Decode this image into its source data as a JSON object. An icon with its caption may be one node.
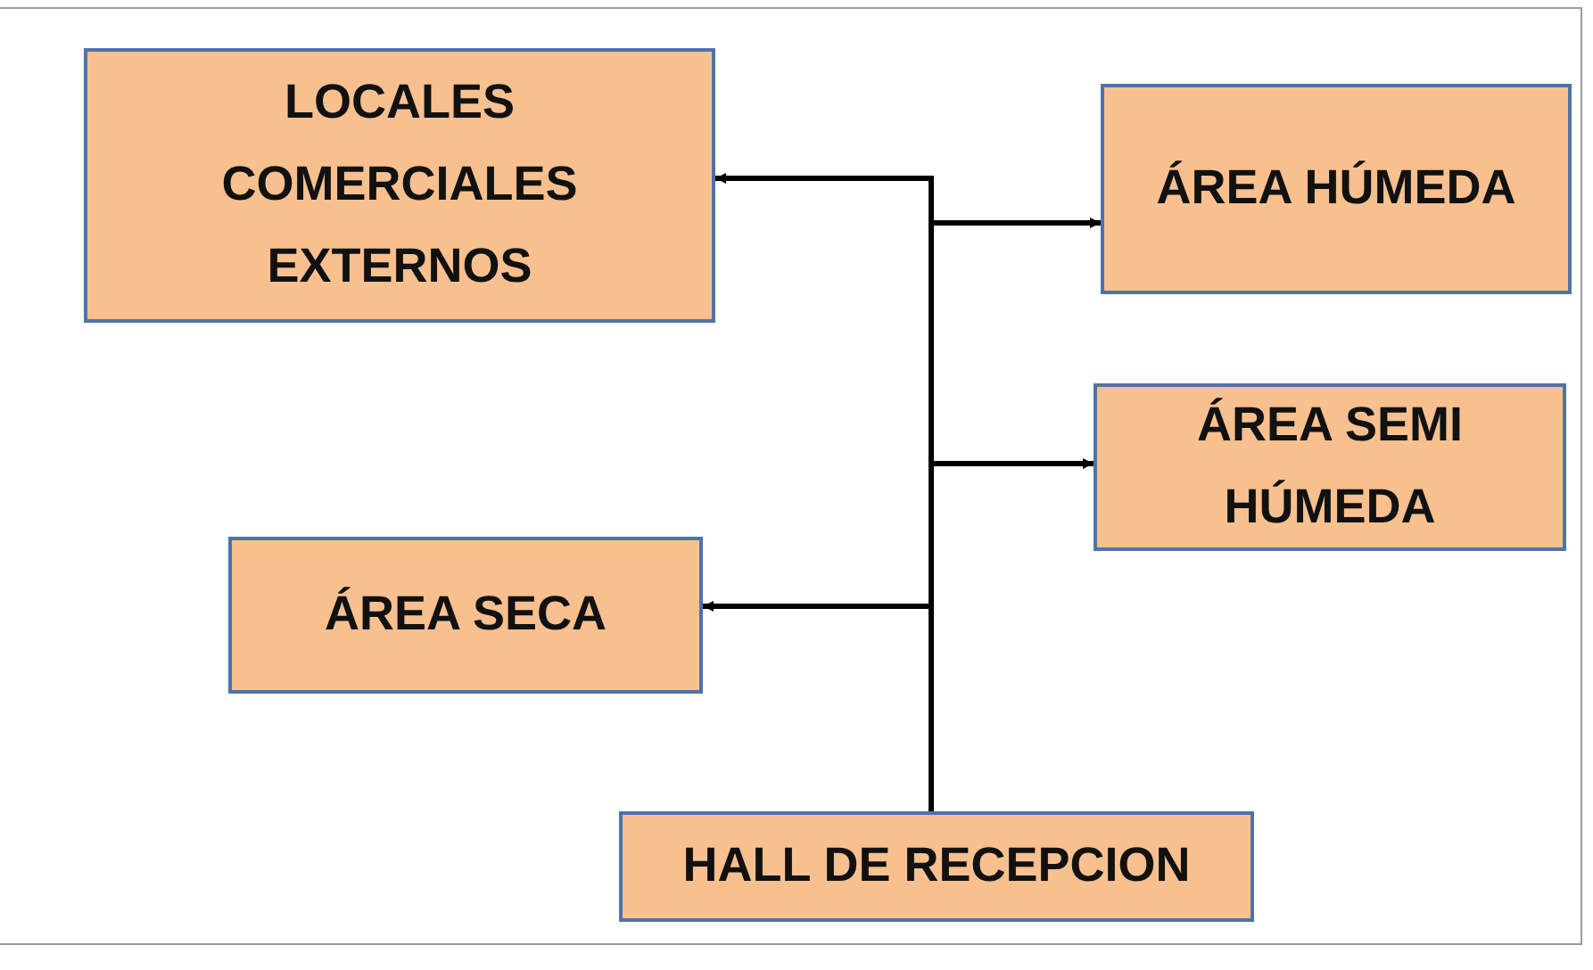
{
  "diagram": {
    "nodes": [
      {
        "text": [
          "LOCALES COMERCIALES EXTERNOS"
        ]
      },
      {
        "text": [
          "ÁREA HÚMEDA"
        ]
      },
      {
        "text": [
          "ÁREA SEMI HÚMEDA"
        ]
      },
      {
        "text": [
          "ÁREA SECA"
        ]
      },
      {
        "text": [
          "HALL DE RECEPCION"
        ]
      }
    ],
    "edges": [
      {
        "from": 4,
        "to": 0,
        "arrow": "to"
      },
      {
        "from": 4,
        "to": 1,
        "arrow": "to"
      },
      {
        "from": 4,
        "to": 2,
        "arrow": "to"
      },
      {
        "from": 4,
        "to": 3,
        "arrow": "to"
      }
    ]
  }
}
